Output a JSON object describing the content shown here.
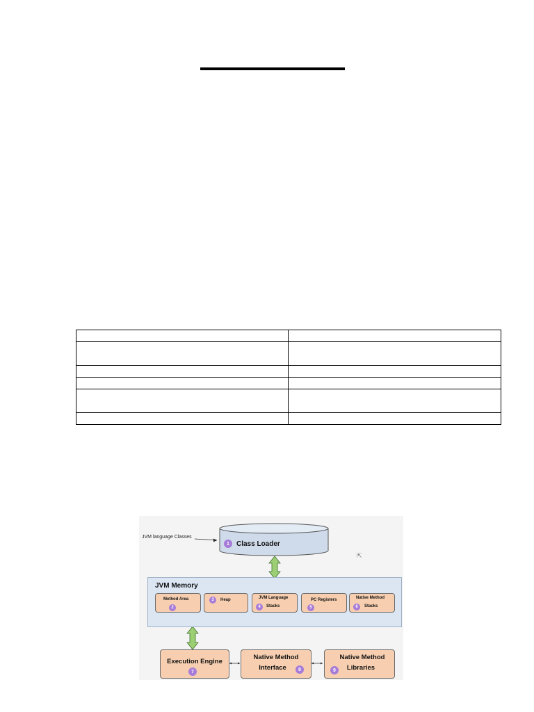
{
  "table": {
    "rows": [
      [
        "",
        ""
      ],
      [
        "",
        ""
      ],
      [
        "",
        ""
      ],
      [
        "",
        ""
      ],
      [
        "",
        ""
      ],
      [
        "",
        ""
      ]
    ]
  },
  "diagram": {
    "input_label": "JVM language Classes",
    "class_loader": {
      "num": "1",
      "label": "Class Loader"
    },
    "memory": {
      "title": "JVM Memory",
      "areas": [
        {
          "num": "2",
          "line1": "Method Area",
          "line2": ""
        },
        {
          "num": "3",
          "line1": "Heap",
          "line2": ""
        },
        {
          "num": "4",
          "line1": "JVM Language",
          "line2": "Stacks"
        },
        {
          "num": "5",
          "line1": "PC Registers",
          "line2": ""
        },
        {
          "num": "6",
          "line1": "Native Method",
          "line2": "Stacks"
        }
      ]
    },
    "execution_engine": {
      "num": "7",
      "label": "Execution Engine"
    },
    "native_interface": {
      "num": "8",
      "line1": "Native Method",
      "line2": "Interface"
    },
    "native_libraries": {
      "num": "9",
      "line1": "Native Method",
      "line2": "Libraries"
    },
    "colors": {
      "box_fill": "#f7cfb0",
      "memory_fill": "#dce6f3",
      "cylinder_fill": "#cfdbea",
      "arrow_fill": "#9ccf74",
      "number_badge": "#a77bd8"
    }
  }
}
